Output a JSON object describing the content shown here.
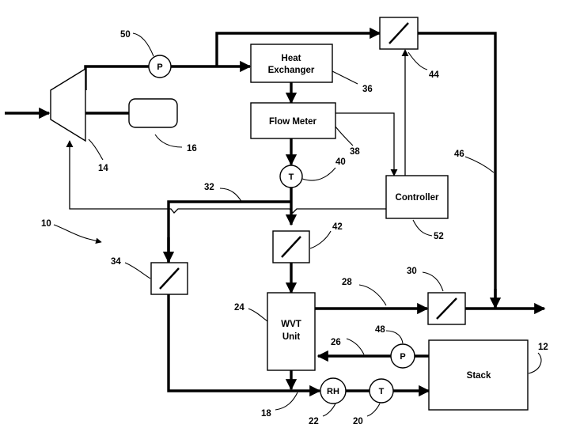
{
  "components": {
    "heat_exchanger": [
      "Heat",
      "Exchanger"
    ],
    "flow_meter": "Flow Meter",
    "controller": "Controller",
    "wvt_unit": [
      "WVT",
      "Unit"
    ],
    "stack": "Stack",
    "pressure_sensor_top": "P",
    "pressure_sensor_return": "P",
    "temperature_sensor_top": "T",
    "temperature_sensor_bottom": "T",
    "humidity_sensor": "RH"
  },
  "refs": {
    "r10": "10",
    "r12": "12",
    "r14": "14",
    "r16": "16",
    "r18": "18",
    "r20": "20",
    "r22": "22",
    "r24": "24",
    "r26": "26",
    "r28": "28",
    "r30": "30",
    "r32": "32",
    "r34": "34",
    "r36": "36",
    "r38": "38",
    "r40": "40",
    "r42": "42",
    "r44": "44",
    "r46": "46",
    "r48": "48",
    "r50": "50",
    "r52": "52"
  }
}
